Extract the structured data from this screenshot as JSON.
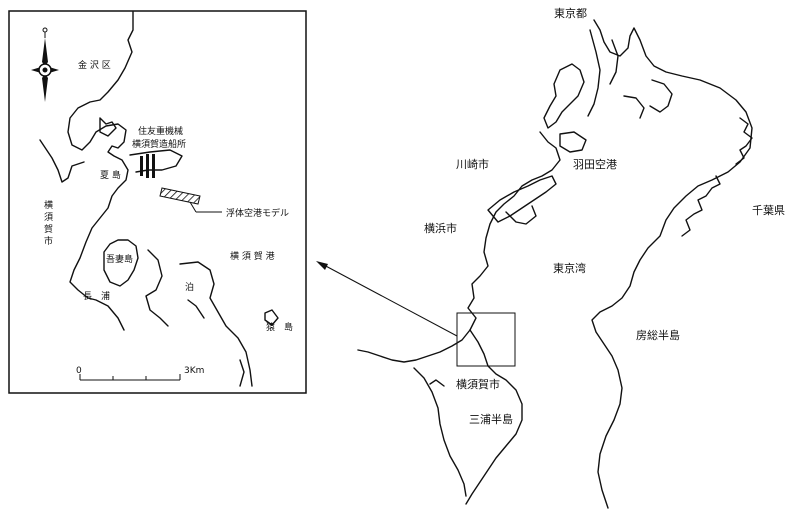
{
  "colors": {
    "ink": "#111111",
    "paper": "#ffffff"
  },
  "inset": {
    "labels": {
      "kanazawa": "金 沢 区",
      "sumitomo_line1": "住友重機械",
      "sumitomo_line2": "横須賀造船所",
      "natsushima": "夏 島",
      "float_model": "浮体空港モデル",
      "yokosuka_city_left": "横\n須\n賀\n市",
      "yokosuka_port": "横 須 賀 港",
      "azumajima": "吾妻島",
      "nagaura": "長　浦",
      "tomari": "泊",
      "sarushima": "猿　島"
    },
    "scale": {
      "zero": "0",
      "end": "3Km"
    },
    "compass": {
      "icon": "compass-rose-icon"
    }
  },
  "main": {
    "labels": {
      "tokyo_to": "東京都",
      "kawasaki": "川崎市",
      "haneda": "羽田空港",
      "yokohama": "横浜市",
      "chiba": "千葉県",
      "tokyo_bay": "東京湾",
      "boso": "房総半島",
      "yokosuka": "横須賀市",
      "miura": "三浦半島"
    }
  }
}
